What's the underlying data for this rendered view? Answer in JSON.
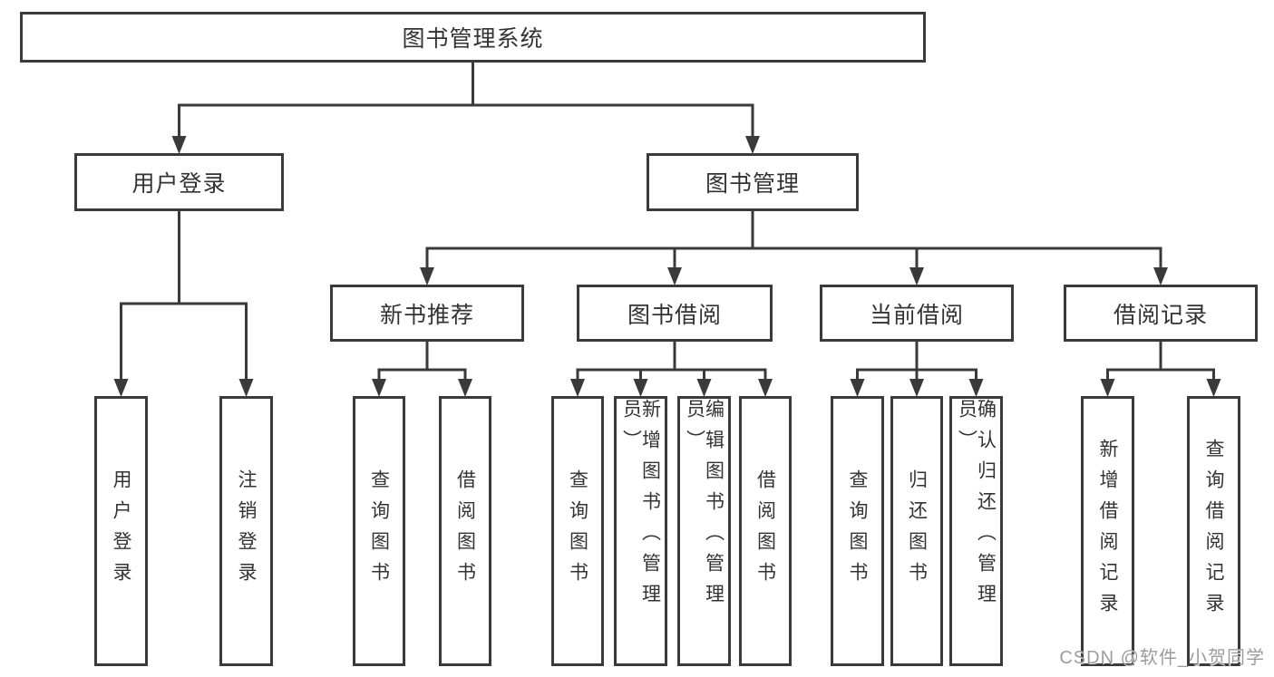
{
  "page": {
    "background": "#ffffff"
  },
  "colors": {
    "line": "#3a3a3a",
    "node_background": "#ffffff",
    "node_text": "#333333",
    "watermark_text": "#9c9c9c"
  },
  "diagram": {
    "type": "hierarchy-tree",
    "nodes": [
      {
        "id": "library-system",
        "label": "图书管理系统",
        "parent": null
      },
      {
        "id": "user-login",
        "label": "用户登录",
        "parent": "library-system"
      },
      {
        "id": "book-management",
        "label": "图书管理",
        "parent": "library-system"
      },
      {
        "id": "new-book-recommend",
        "label": "新书推荐",
        "parent": "book-management"
      },
      {
        "id": "book-borrowing",
        "label": "图书借阅",
        "parent": "book-management"
      },
      {
        "id": "current-borrowing",
        "label": "当前借阅",
        "parent": "book-management"
      },
      {
        "id": "borrowing-records",
        "label": "借阅记录",
        "parent": "book-management"
      },
      {
        "id": "user-login-leaf",
        "label": "用户登录",
        "parent": "user-login"
      },
      {
        "id": "logout-leaf",
        "label": "注销登录",
        "parent": "user-login"
      },
      {
        "id": "query-books-a",
        "label": "查询图书",
        "parent": "new-book-recommend"
      },
      {
        "id": "borrow-books-a",
        "label": "借阅图书",
        "parent": "new-book-recommend"
      },
      {
        "id": "query-books-b",
        "label": "查询图书",
        "parent": "book-borrowing"
      },
      {
        "id": "add-book-admin",
        "label": "新增图书（管理员）",
        "parent": "book-borrowing"
      },
      {
        "id": "edit-book-admin",
        "label": "编辑图书（管理员）",
        "parent": "book-borrowing"
      },
      {
        "id": "borrow-books-b",
        "label": "借阅图书",
        "parent": "book-borrowing"
      },
      {
        "id": "query-books-c",
        "label": "查询图书",
        "parent": "current-borrowing"
      },
      {
        "id": "return-books",
        "label": "归还图书",
        "parent": "current-borrowing"
      },
      {
        "id": "confirm-return-admin",
        "label": "确认归还（管理员）",
        "parent": "current-borrowing"
      },
      {
        "id": "add-borrow-record",
        "label": "新增借阅记录",
        "parent": "borrowing-records"
      },
      {
        "id": "query-borrow-record",
        "label": "查询借阅记录",
        "parent": "borrowing-records"
      }
    ]
  },
  "watermark": {
    "text": "CSDN @软件_小贺同学"
  }
}
